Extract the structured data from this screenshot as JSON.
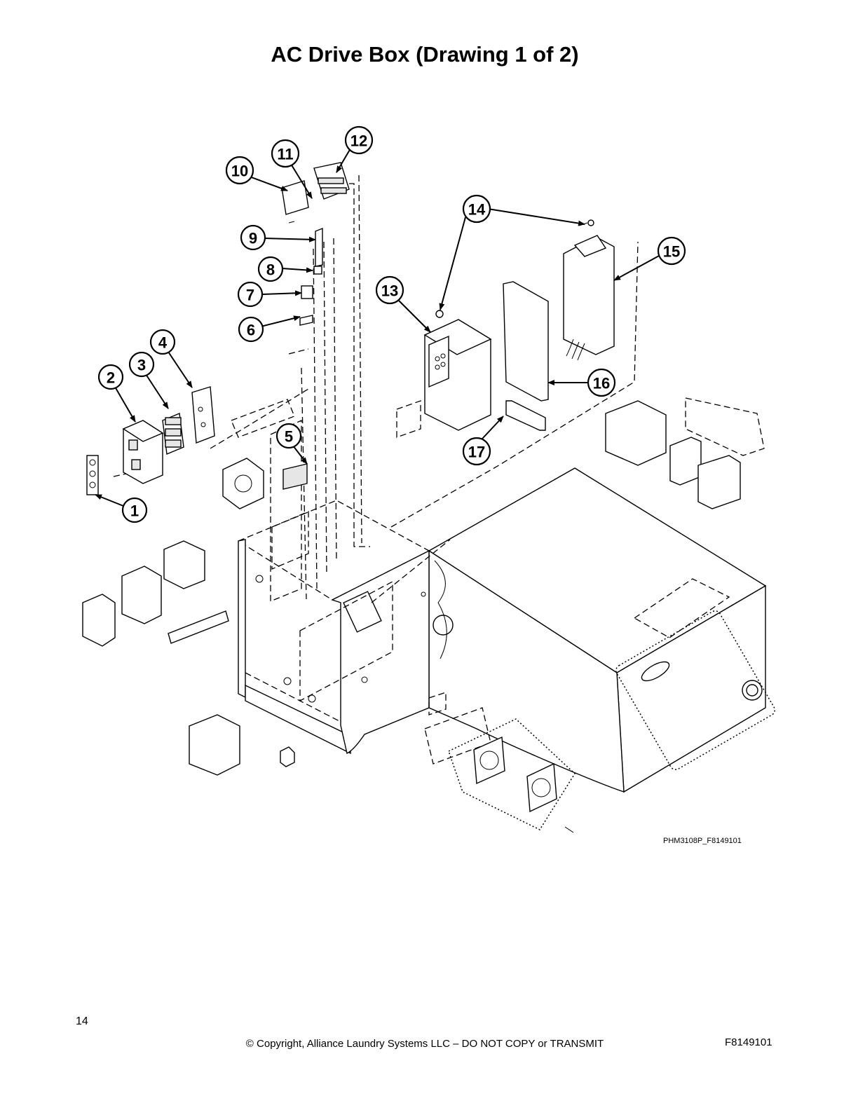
{
  "title": "AC Drive Box (Drawing 1 of 2)",
  "drawing_id": "PHM3108P_F8149101",
  "footer": {
    "page_number": "14",
    "copyright": "© Copyright, Alliance Laundry Systems LLC – DO NOT COPY or TRANSMIT",
    "document_number": "F8149101"
  },
  "callouts": [
    "1",
    "2",
    "3",
    "4",
    "5",
    "6",
    "7",
    "8",
    "9",
    "10",
    "11",
    "12",
    "13",
    "14",
    "15",
    "16",
    "17"
  ]
}
